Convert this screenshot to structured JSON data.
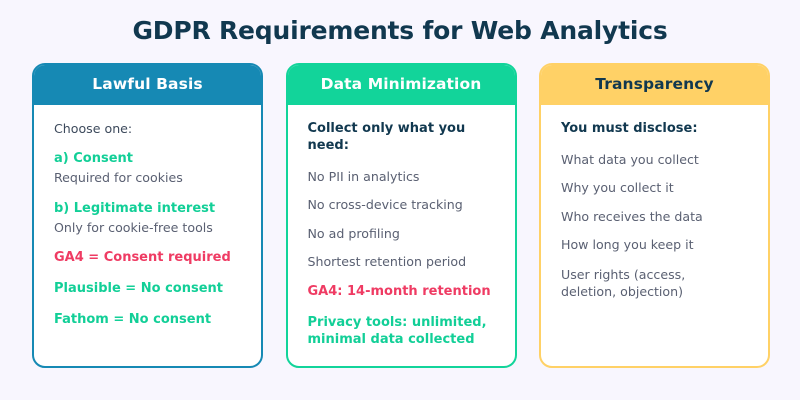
{
  "title": "GDPR Requirements for Web Analytics",
  "theme": {
    "background": "#f8f6fe",
    "title_color": "#11384f",
    "body_text": "#5a6072",
    "accent_green": "#12cf97",
    "accent_pink": "#ef3b63",
    "accent_blue": "#1689b4",
    "accent_amber": "#ffd166"
  },
  "cards": [
    {
      "id": "lawful-basis",
      "header": "Lawful Basis",
      "header_bg": "#1689b4",
      "header_text_color": "#ffffff",
      "lines": [
        {
          "text": "Choose one:",
          "style": "plain-navy"
        },
        {
          "text": "a) Consent",
          "style": "green"
        },
        {
          "text": "Required for cookies",
          "style": "plain"
        },
        {
          "text": "b) Legitimate interest",
          "style": "green"
        },
        {
          "text": "Only for cookie-free tools",
          "style": "plain"
        },
        {
          "text": "GA4 = Consent required",
          "style": "pink"
        },
        {
          "text": "Plausible = No consent",
          "style": "green"
        },
        {
          "text": "Fathom = No consent",
          "style": "green"
        }
      ]
    },
    {
      "id": "data-minimization",
      "header": "Data Minimization",
      "header_bg": "#12d49a",
      "header_text_color": "#ffffff",
      "lines": [
        {
          "text": "Collect only what you need:",
          "style": "bold-navy"
        },
        {
          "text": "No PII in analytics",
          "style": "plain"
        },
        {
          "text": "No cross-device tracking",
          "style": "plain"
        },
        {
          "text": "No ad profiling",
          "style": "plain"
        },
        {
          "text": "Shortest retention period",
          "style": "plain"
        },
        {
          "text": "GA4: 14-month retention",
          "style": "pink"
        },
        {
          "text": "Privacy tools: unlimited,\nminimal data collected",
          "style": "green"
        }
      ]
    },
    {
      "id": "transparency",
      "header": "Transparency",
      "header_bg": "#ffd166",
      "header_text_color": "#11384f",
      "lines": [
        {
          "text": "You must disclose:",
          "style": "bold-navy"
        },
        {
          "text": "What data you collect",
          "style": "plain"
        },
        {
          "text": "Why you collect it",
          "style": "plain"
        },
        {
          "text": "Who receives the data",
          "style": "plain"
        },
        {
          "text": "How long you keep it",
          "style": "plain"
        },
        {
          "text": "User rights (access,\ndeletion, objection)",
          "style": "plain"
        }
      ]
    }
  ]
}
